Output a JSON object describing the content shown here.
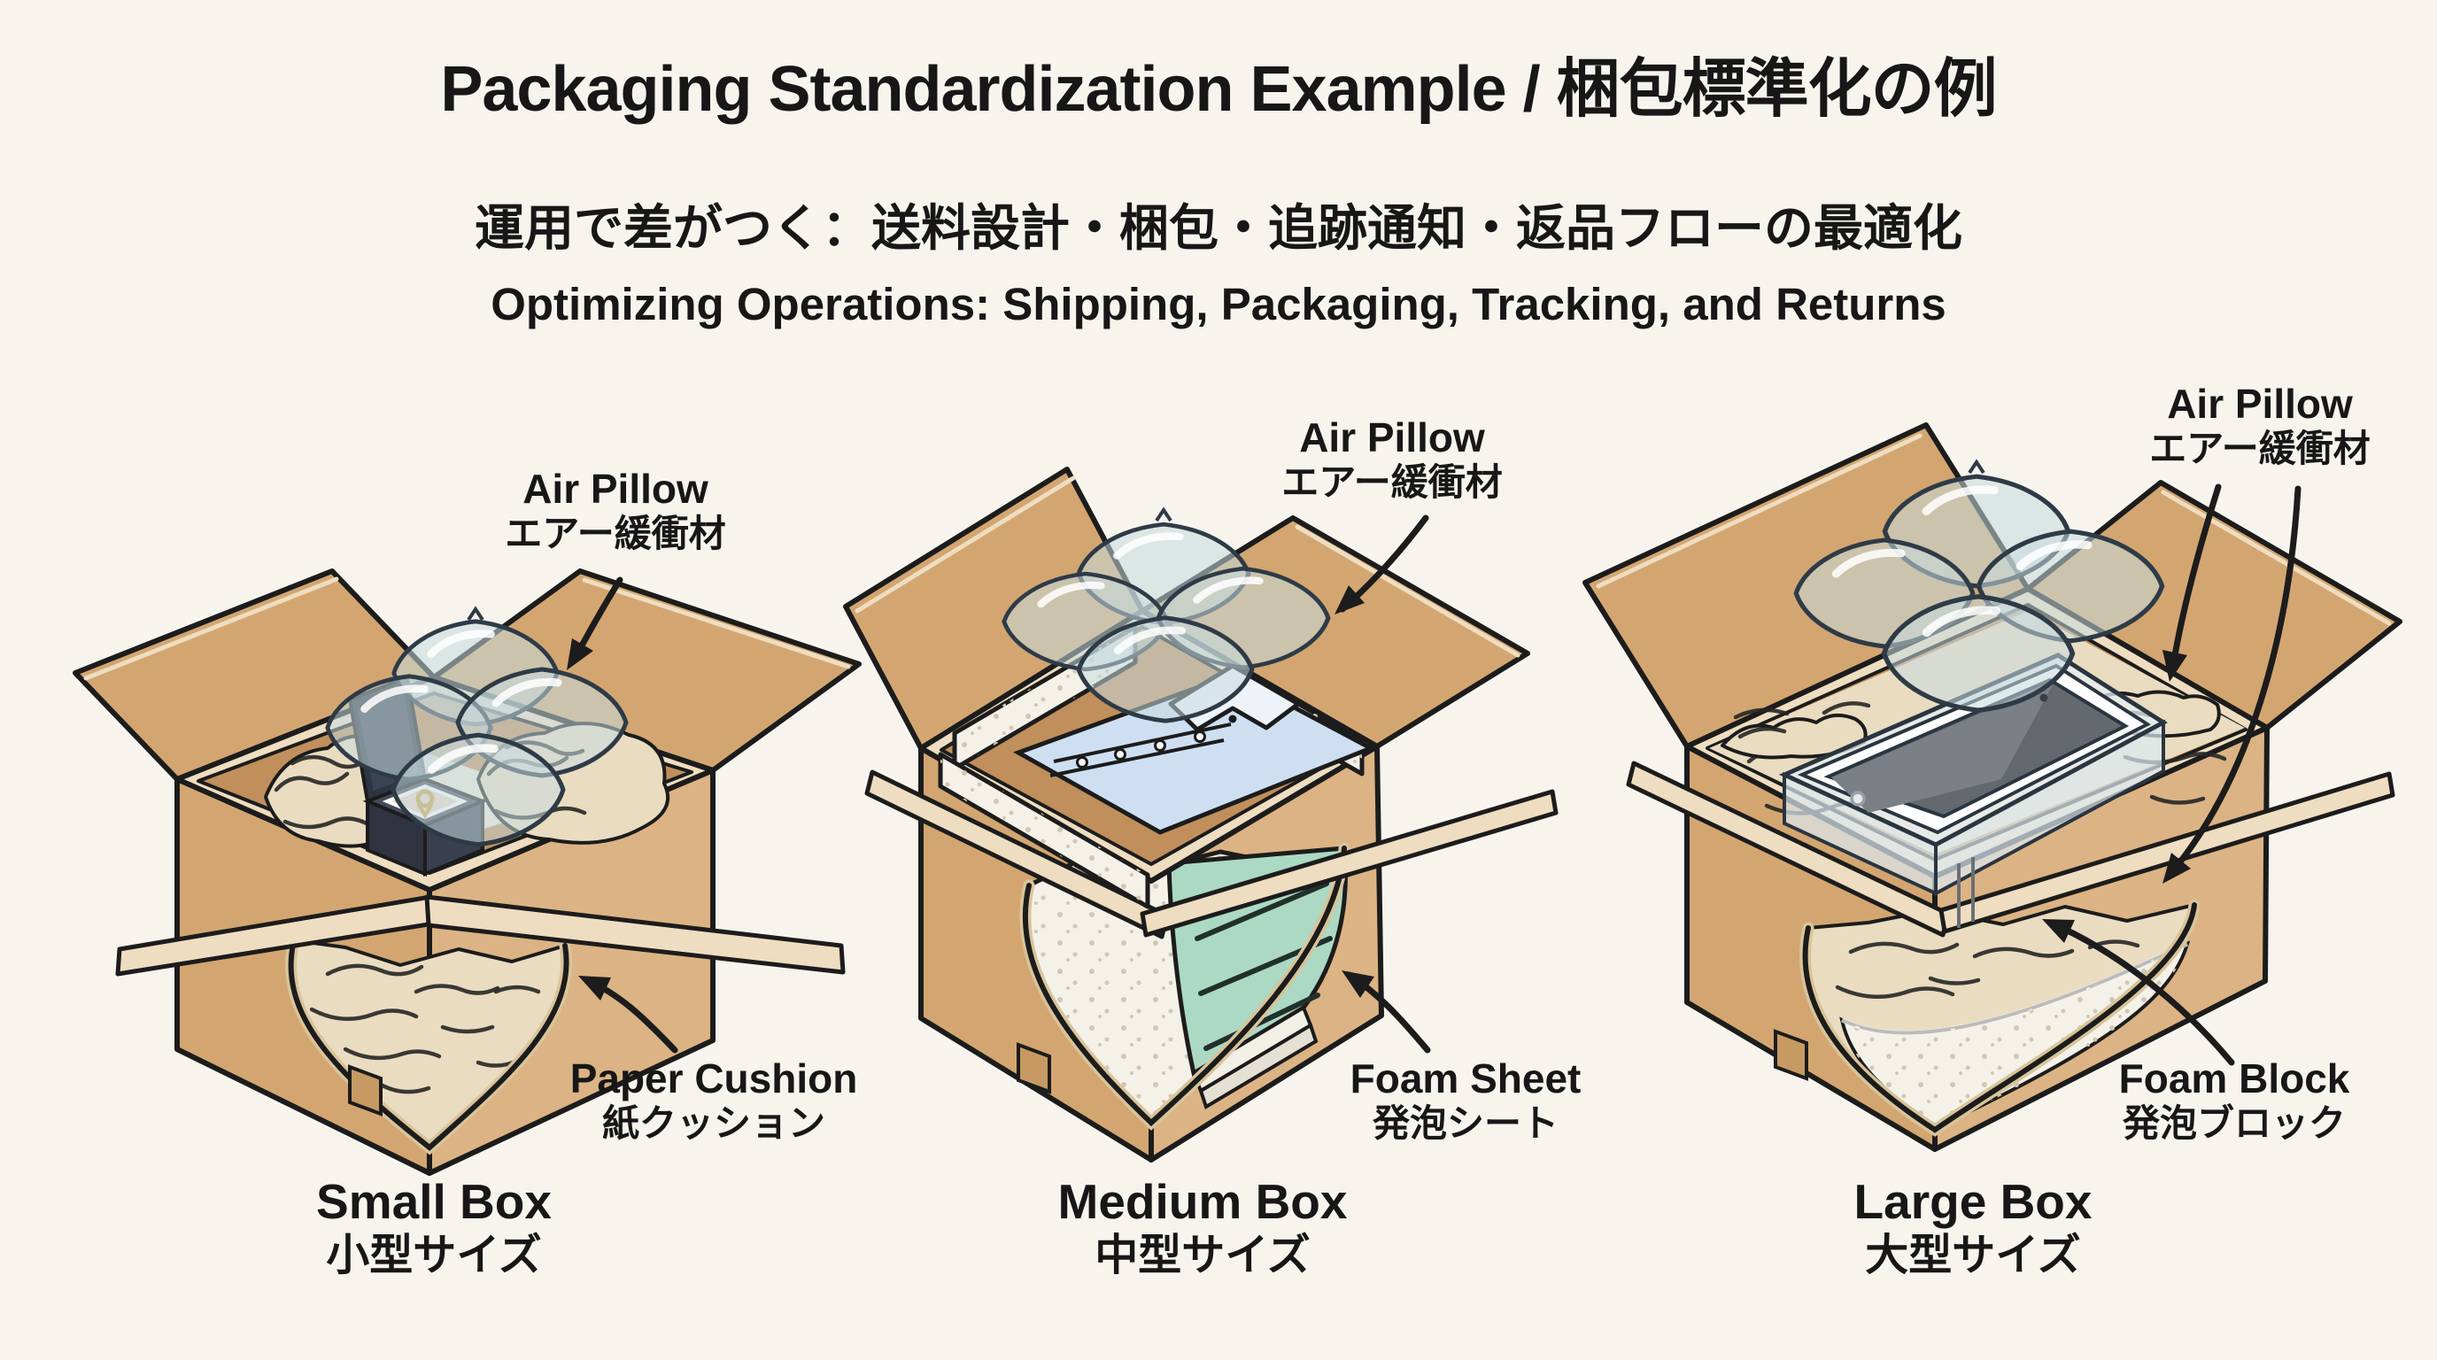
{
  "header": {
    "title": "Packaging Standardization Example / 梱包標準化の例",
    "subtitle_jp": "運用で差がつく：送料設計・梱包・追跡通知・返品フローの最適化",
    "subtitle_en": "Optimizing Operations: Shipping, Packaging, Tracking, and Returns"
  },
  "palette": {
    "background": "#f7f4ee",
    "cardboard": "#d3a671",
    "cardboard_light": "#dcb384",
    "cardboard_dark": "#c08f5c",
    "cardboard_edge": "#eeddc0",
    "outline": "#1c1c1c",
    "paper_cushion": "#eadcc0",
    "foam": "#f4f1e8",
    "foam_dot": "#cfc8b6",
    "foam_sheet_teal": "#abd9c3",
    "shirt_blue": "#cfdff2",
    "collar_white": "#eef3fa",
    "pillow_fill": "#c7dadf",
    "pillow_outline": "#2e3b47",
    "screen_gray": "#64696f",
    "ring_box_dark": "#2e3440",
    "ring_gold": "#c9a23f",
    "label_text": "#171717"
  },
  "boxes": [
    {
      "name_en": "Small Box",
      "name_jp": "小型サイズ",
      "pillow_label_en": "Air Pillow",
      "pillow_label_jp": "エアー緩衝材",
      "cushion_label_en": "Paper Cushion",
      "cushion_label_jp": "紙クッション"
    },
    {
      "name_en": "Medium Box",
      "name_jp": "中型サイズ",
      "pillow_label_en": "Air Pillow",
      "pillow_label_jp": "エアー緩衝材",
      "cushion_label_en": "Foam Sheet",
      "cushion_label_jp": "発泡シート"
    },
    {
      "name_en": "Large Box",
      "name_jp": "大型サイズ",
      "pillow_label_en": "Air Pillow",
      "pillow_label_jp": "エアー緩衝材",
      "cushion_label_en": "Foam Block",
      "cushion_label_jp": "発泡ブロック"
    }
  ]
}
